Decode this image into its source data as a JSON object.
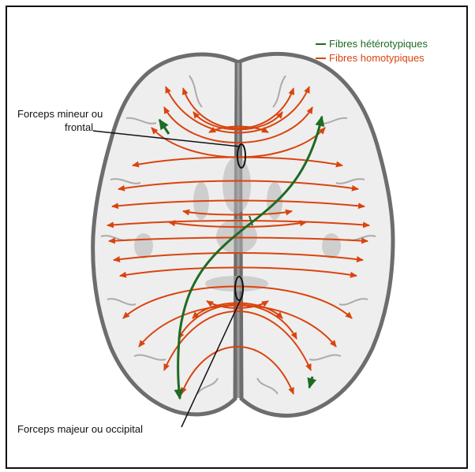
{
  "legend": {
    "heterotypic": {
      "label": "Fibres hétérotypiques",
      "color": "#1e6b22"
    },
    "homotypic": {
      "label": "Fibres homotypiques",
      "color": "#d9440e"
    }
  },
  "labels": {
    "forceps_minor_line1": "Forceps mineur ou",
    "forceps_minor_line2": "frontal",
    "forceps_major": "Forceps majeur ou occipital"
  },
  "colors": {
    "frame": "#111111",
    "brain_fill": "#eeeeee",
    "brain_outline": "#6d6d6d",
    "grey_matter": "#b4b4b4",
    "leader_line": "#111111"
  }
}
